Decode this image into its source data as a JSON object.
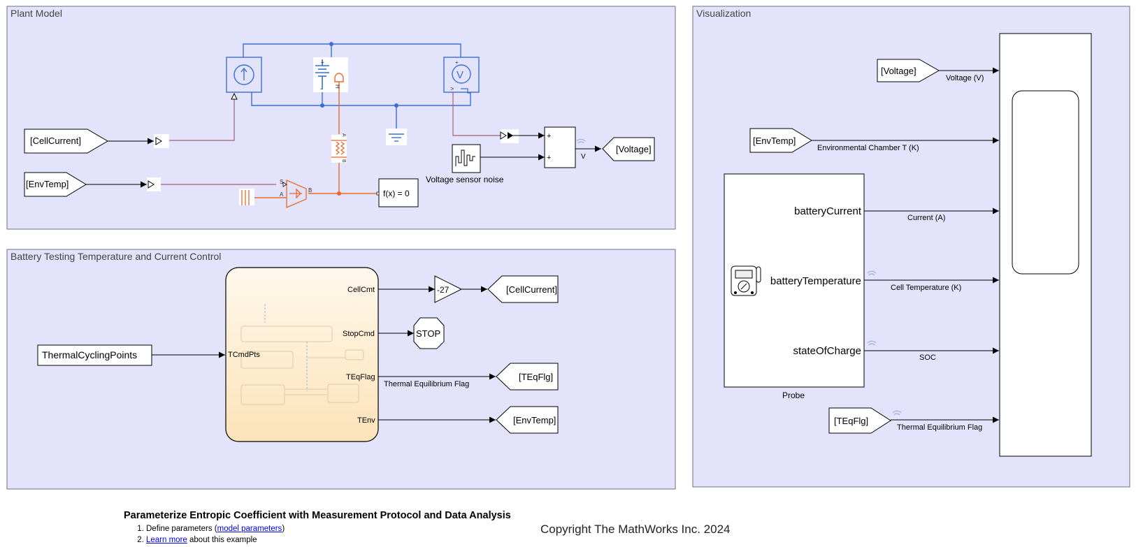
{
  "areas": {
    "plant": "Plant Model",
    "control": "Battery Testing Temperature and Current Control",
    "viz": "Visualization"
  },
  "plant": {
    "goto_cellcurrent": "[CellCurrent]",
    "goto_envtemp": "[EnvTemp]",
    "from_voltage": "[Voltage]",
    "noise_label": "Voltage sensor noise",
    "fx_label": "f(x) = 0",
    "signal_v": "V",
    "sum_plus_1": "+",
    "sum_plus_2": "+",
    "port_a1": "A",
    "port_b1": "B",
    "port_s": "S",
    "port_a2": "A",
    "port_b2": "B",
    "batt_plus": "+",
    "batt_minus": "-",
    "batt_h": "H",
    "vs_plus": "+",
    "vs_gt": ">"
  },
  "control": {
    "source_label": "ThermalCyclingPoints",
    "in_port": "TCmdPts",
    "out_ports": [
      "CellCmt",
      "StopCmd",
      "TEqFlag",
      "TEnv"
    ],
    "gain_label": "-27",
    "stop_label": "STOP",
    "goto_cellcurrent": "[CellCurrent]",
    "goto_teqflg": "[TEqFlg]",
    "goto_envtemp": "[EnvTemp]",
    "teq_signal_label": "Thermal Equilibrium Flag"
  },
  "viz": {
    "from_voltage": "[Voltage]",
    "from_envtemp": "[EnvTemp]",
    "from_teqflg": "[TEqFlg]",
    "probe_ports": [
      "batteryCurrent",
      "batteryTemperature",
      "stateOfCharge"
    ],
    "probe_label": "Probe",
    "signals": [
      "Voltage (V)",
      "Environmental Chamber T (K)",
      "Current (A)",
      "Cell Temperature (K)",
      "SOC",
      "Thermal Equilibrium Flag"
    ]
  },
  "footer": {
    "title": "Parameterize Entropic Coefficient with Measurement Protocol and Data Analysis",
    "item1_prefix": "Define parameters (",
    "item1_link": "model parameters",
    "item1_suffix": ")",
    "item2_link": "Learn more",
    "item2_suffix": " about this example",
    "copyright": "Copyright The MathWorks Inc. 2024"
  },
  "colors": {
    "area_fill": "#e3e3fb",
    "area_border": "#6e7080",
    "electrical": "#3a6fd1",
    "thermal": "#e86a2d",
    "physical_signal": "#a06070",
    "chart_fill": "#fdebc8",
    "wireless_icon": "#9aaee0"
  }
}
